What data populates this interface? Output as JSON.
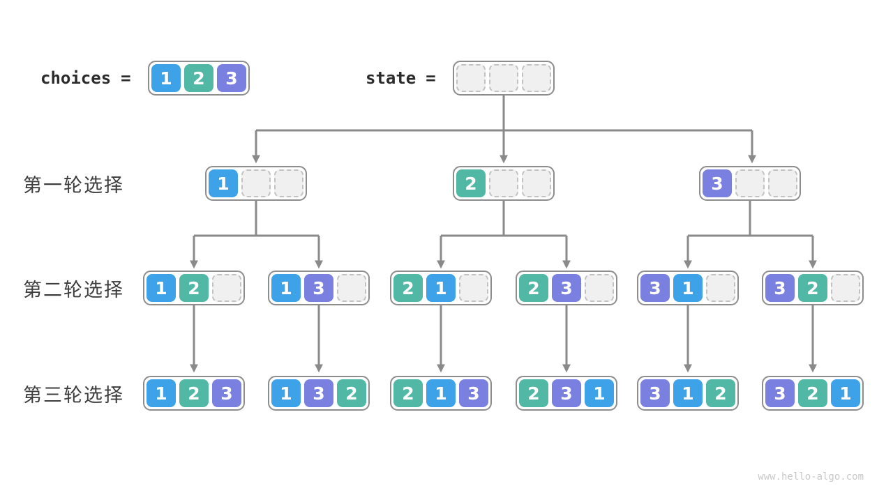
{
  "header": {
    "choices_label": "choices",
    "choices_eq": "=",
    "choices_values": [
      1,
      2,
      3
    ],
    "state_label": "state",
    "state_eq": "=",
    "state_empty_slots": 3
  },
  "colors": {
    "1": "#3ea2e9",
    "2": "#50b8a5",
    "3": "#7a80e0"
  },
  "rows": [
    {
      "label": "第一轮选择",
      "nodes": [
        [
          1,
          null,
          null
        ],
        [
          2,
          null,
          null
        ],
        [
          3,
          null,
          null
        ]
      ]
    },
    {
      "label": "第二轮选择",
      "nodes": [
        [
          1,
          2,
          null
        ],
        [
          1,
          3,
          null
        ],
        [
          2,
          1,
          null
        ],
        [
          2,
          3,
          null
        ],
        [
          3,
          1,
          null
        ],
        [
          3,
          2,
          null
        ]
      ]
    },
    {
      "label": "第三轮选择",
      "nodes": [
        [
          1,
          2,
          3
        ],
        [
          1,
          3,
          2
        ],
        [
          2,
          1,
          3
        ],
        [
          2,
          3,
          1
        ],
        [
          3,
          1,
          2
        ],
        [
          3,
          2,
          1
        ]
      ]
    }
  ],
  "watermark": "www.hello-algo.com"
}
